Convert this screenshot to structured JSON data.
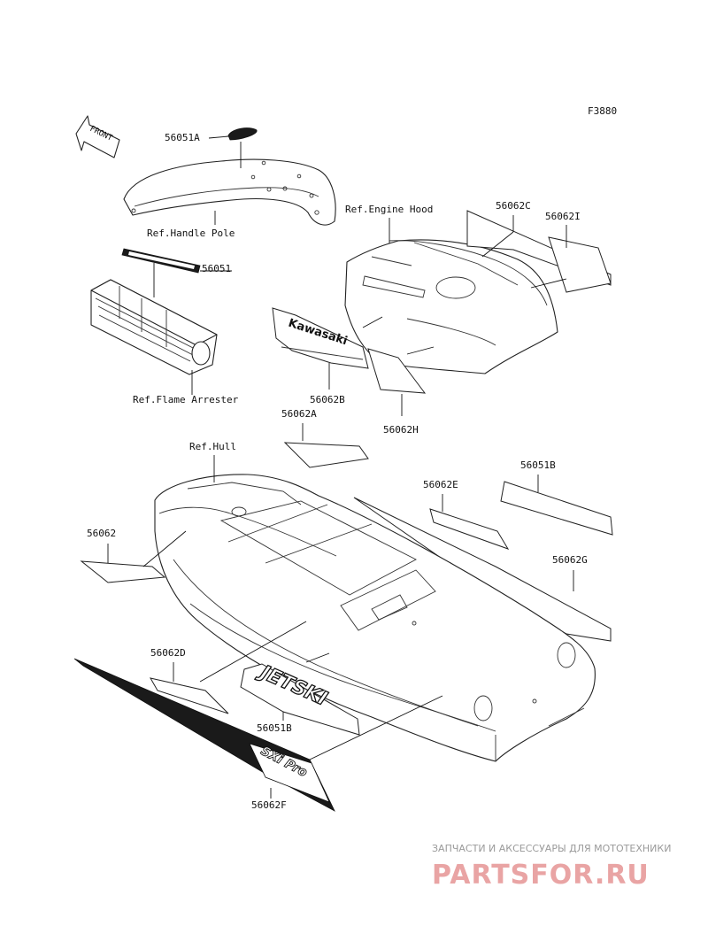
{
  "figure_code": "F3880",
  "front_arrow_text": "FRONT",
  "labels": {
    "p56051A": "56051A",
    "ref_handle_pole": "Ref.Handle Pole",
    "p56051": "56051",
    "ref_flame_arrester": "Ref.Flame Arrester",
    "ref_engine_hood": "Ref.Engine Hood",
    "p56062C": "56062C",
    "p56062I": "56062I",
    "p56062B": "56062B",
    "p56062H": "56062H",
    "p56062A": "56062A",
    "ref_hull": "Ref.Hull",
    "p56051B_top": "56051B",
    "p56062E": "56062E",
    "p56062": "56062",
    "p56062G": "56062G",
    "p56062D": "56062D",
    "p56051B_bottom": "56051B",
    "p56062F": "56062F"
  },
  "decal_texts": {
    "hood_brand": "Kawasaki",
    "side_logo": "JETSKI",
    "stripe_logo": "SXi Pro"
  },
  "watermark": {
    "tagline": "ЗАПЧАСТИ И АКСЕССУАРЫ ДЛЯ МОТОТЕХНИКИ",
    "brand": "PARTSFOR.RU",
    "brand_color": "#e9a4a4"
  }
}
